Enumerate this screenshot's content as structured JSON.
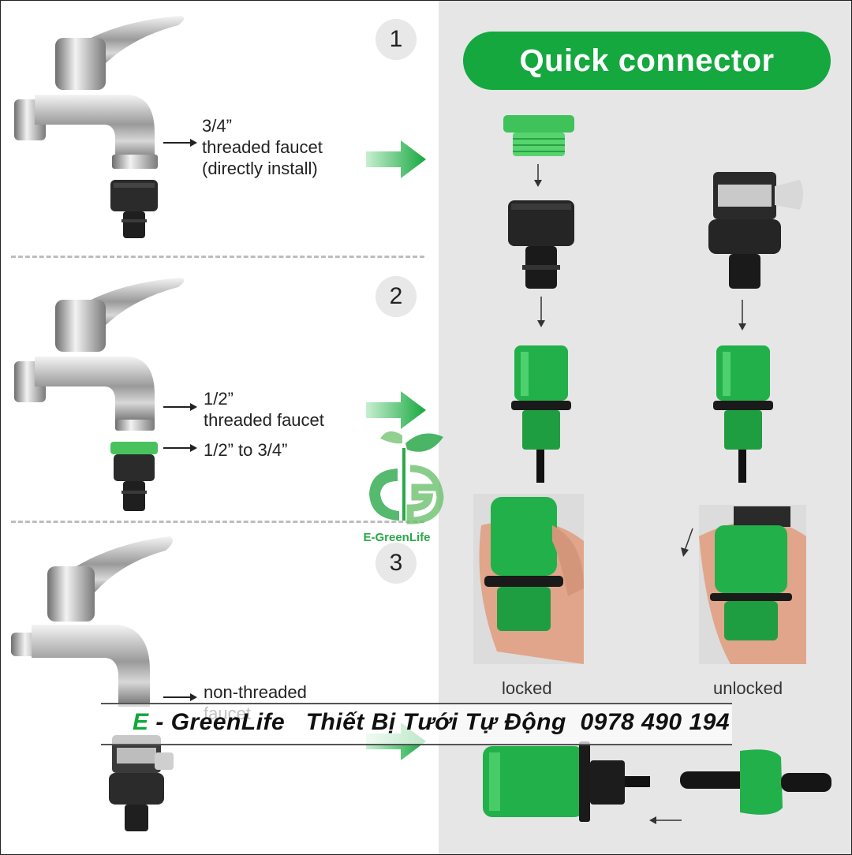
{
  "header": {
    "title": "Quick connector"
  },
  "steps": [
    {
      "number": "1",
      "label_lines": [
        "3/4”",
        "threaded faucet",
        "(directly install)"
      ]
    },
    {
      "number": "2",
      "label_lines": [
        "1/2”",
        "threaded faucet"
      ],
      "adapter_label": "1/2” to 3/4”"
    },
    {
      "number": "3",
      "label_lines": [
        "non-threaded",
        "faucet"
      ]
    }
  ],
  "states": {
    "locked": "locked",
    "unlocked": "unlocked"
  },
  "watermark": {
    "brand": "E-GreenLife"
  },
  "banner": {
    "brand_letter": "E",
    "rest": " - GreenLife   Thiết Bị Tưới Tự Động  0978 490 194"
  },
  "colors": {
    "accent_green": "#14a83e",
    "panel_grey": "#e6e6e6",
    "connector_green": "#22b04b"
  }
}
